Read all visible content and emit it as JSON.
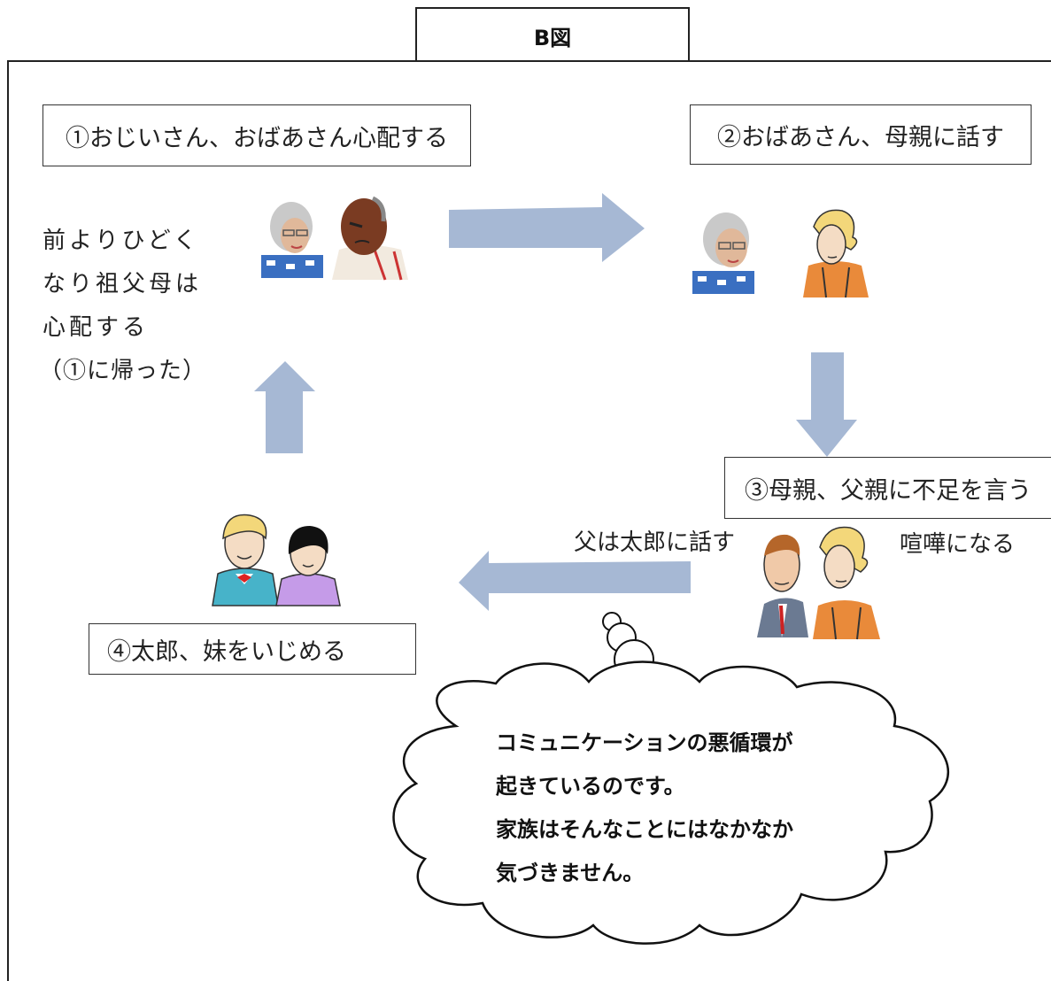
{
  "title": "B図",
  "steps": {
    "step1": "①おじいさん、おばあさん心配する",
    "step2": "②おばあさん、母親に話す",
    "step3": "③母親、父親に不足を言う",
    "step4": "④太郎、妹をいじめる"
  },
  "side_note": {
    "line1": "前よりひどく",
    "line2": "なり祖父母は",
    "line3": "心配する",
    "line4": "（①に帰った）"
  },
  "labels": {
    "father_talks": "父は太郎に話す",
    "quarrel": "喧嘩になる"
  },
  "thought_bubble": {
    "line1": "コミュニケーションの悪循環が",
    "line2": "起きているのです。",
    "line3": "家族はそんなことにはなかなか",
    "line4": "気づきません。"
  },
  "colors": {
    "arrow": "#a6b8d4",
    "frame": "#222222"
  },
  "icons": [
    "grandmother-icon",
    "grandfather-icon",
    "mother-icon",
    "father-icon",
    "taro-icon",
    "sister-icon"
  ]
}
